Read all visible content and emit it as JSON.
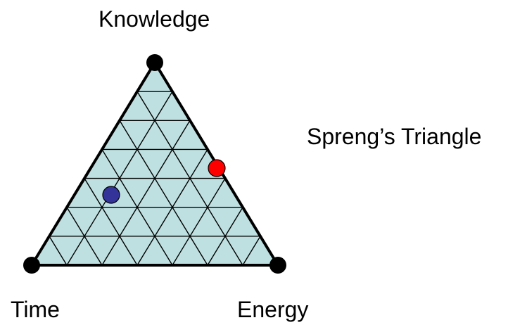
{
  "diagram": {
    "title": "Spreng’s Triangle",
    "vertices": {
      "top": "Knowledge",
      "bottom_left": "Time",
      "bottom_right": "Energy"
    },
    "grid_divisions": 7,
    "colors": {
      "fill": "#bfe0e1",
      "outline": "#000000",
      "grid": "#000000",
      "vertex": "#000000",
      "point_red": "#ff0000",
      "point_blue": "#33339a"
    },
    "points": [
      {
        "name": "red-point",
        "color": "#ff0000",
        "on": "right edge"
      },
      {
        "name": "blue-point",
        "color": "#33339a",
        "on": "interior"
      }
    ]
  }
}
